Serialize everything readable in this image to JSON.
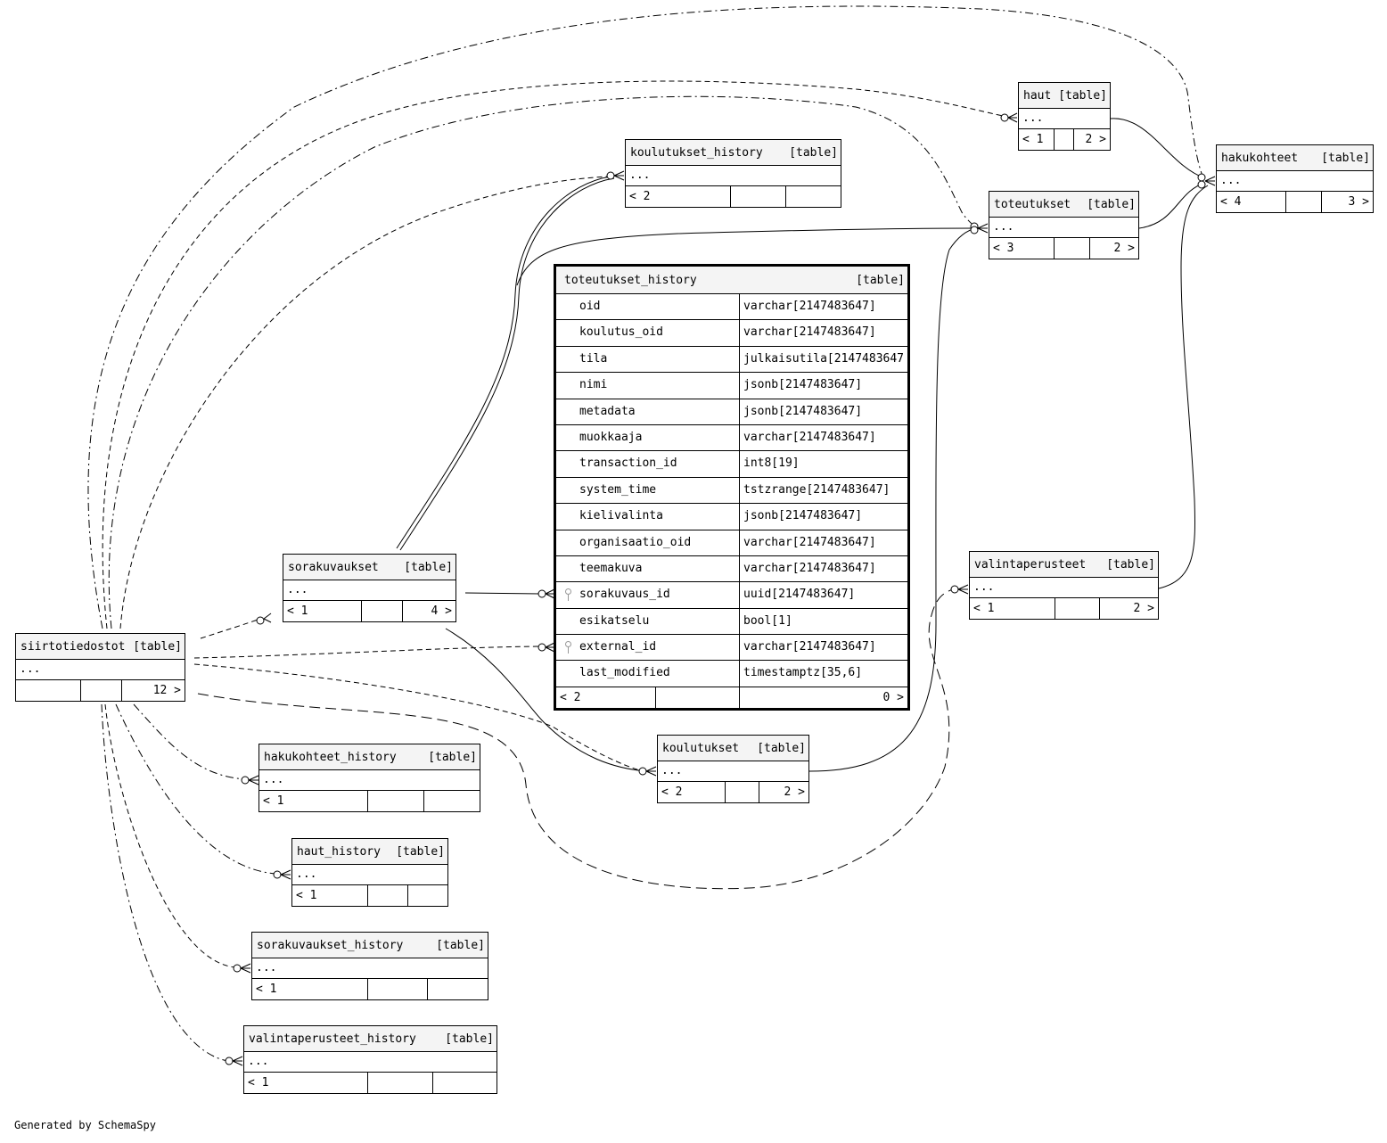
{
  "table_tag": "[table]",
  "tables": {
    "haut": {
      "name": "haut",
      "footer": [
        "< 1",
        "",
        "2 >"
      ]
    },
    "hakukohteet": {
      "name": "hakukohteet",
      "footer": [
        "< 4",
        "",
        "3 >"
      ]
    },
    "toteutukset": {
      "name": "toteutukset",
      "footer": [
        "< 3",
        "",
        "2 >"
      ]
    },
    "koulutukset_history": {
      "name": "koulutukset_history",
      "footer": [
        "< 2",
        "",
        ""
      ]
    },
    "sorakuvaukset": {
      "name": "sorakuvaukset",
      "footer": [
        "< 1",
        "",
        "4 >"
      ]
    },
    "siirtotiedostot": {
      "name": "siirtotiedostot",
      "footer": [
        "",
        "",
        "12 >"
      ]
    },
    "valintaperusteet": {
      "name": "valintaperusteet",
      "footer": [
        "< 1",
        "",
        "2 >"
      ]
    },
    "koulutukset": {
      "name": "koulutukset",
      "footer": [
        "< 2",
        "",
        "2 >"
      ]
    },
    "hakukohteet_history": {
      "name": "hakukohteet_history",
      "footer": [
        "< 1",
        "",
        ""
      ]
    },
    "haut_history": {
      "name": "haut_history",
      "footer": [
        "< 1",
        "",
        ""
      ]
    },
    "sorakuvaukset_history": {
      "name": "sorakuvaukset_history",
      "footer": [
        "< 1",
        "",
        ""
      ]
    },
    "valintaperusteet_history": {
      "name": "valintaperusteet_history",
      "footer": [
        "< 1",
        "",
        ""
      ]
    }
  },
  "ellipsis": "...",
  "main_table": {
    "name": "toteutukset_history",
    "tag": "[table]",
    "columns": [
      {
        "name": "oid",
        "type": "varchar[2147483647]",
        "key": false
      },
      {
        "name": "koulutus_oid",
        "type": "varchar[2147483647]",
        "key": false
      },
      {
        "name": "tila",
        "type": "julkaisutila[2147483647",
        "key": false
      },
      {
        "name": "nimi",
        "type": "jsonb[2147483647]",
        "key": false
      },
      {
        "name": "metadata",
        "type": "jsonb[2147483647]",
        "key": false
      },
      {
        "name": "muokkaaja",
        "type": "varchar[2147483647]",
        "key": false
      },
      {
        "name": "transaction_id",
        "type": "int8[19]",
        "key": false
      },
      {
        "name": "system_time",
        "type": "tstzrange[2147483647]",
        "key": false
      },
      {
        "name": "kielivalinta",
        "type": "jsonb[2147483647]",
        "key": false
      },
      {
        "name": "organisaatio_oid",
        "type": "varchar[2147483647]",
        "key": false
      },
      {
        "name": "teemakuva",
        "type": "varchar[2147483647]",
        "key": false
      },
      {
        "name": "sorakuvaus_id",
        "type": "uuid[2147483647]",
        "key": true
      },
      {
        "name": "esikatselu",
        "type": "bool[1]",
        "key": false
      },
      {
        "name": "external_id",
        "type": "varchar[2147483647]",
        "key": true
      },
      {
        "name": "last_modified",
        "type": "timestamptz[35,6]",
        "key": false
      }
    ],
    "footer": [
      "< 2",
      "",
      "0 >"
    ]
  },
  "generated_by": "Generated by SchemaSpy"
}
